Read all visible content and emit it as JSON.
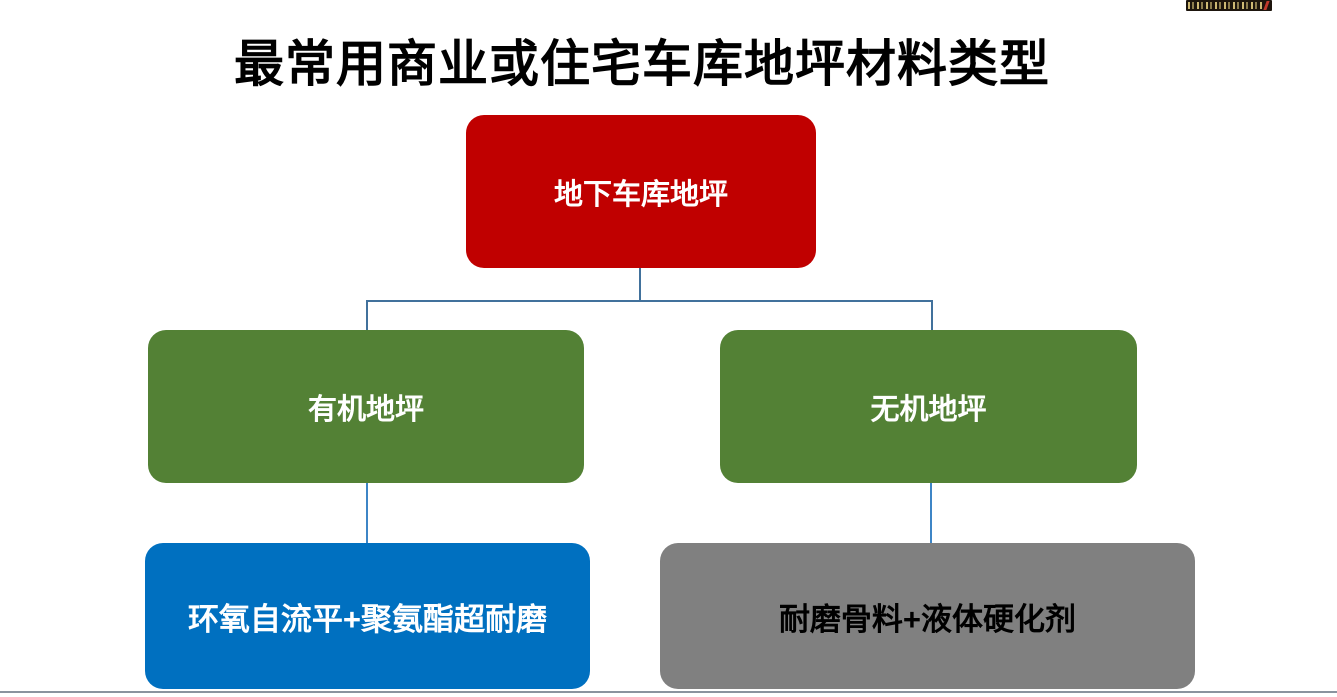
{
  "title": {
    "text": "最常用商业或住宅车库地坪材料类型",
    "color": "#000000"
  },
  "tree": {
    "root": {
      "label": "地下车库地坪",
      "bg": "#c00000",
      "fg": "#ffffff"
    },
    "level2": [
      {
        "label": "有机地坪",
        "bg": "#538135",
        "fg": "#ffffff"
      },
      {
        "label": "无机地坪",
        "bg": "#538135",
        "fg": "#ffffff"
      }
    ],
    "level3": [
      {
        "label": "环氧自流平+聚氨酯超耐磨",
        "bg": "#0070c0",
        "fg": "#ffffff"
      },
      {
        "label": "耐磨骨料+液体硬化剂",
        "bg": "#808080",
        "fg": "#000000"
      }
    ],
    "connector_top_color": "#41719c",
    "connector_bottom_color": "#3d85c6"
  },
  "footer": {
    "divider_color": "#8a939e"
  },
  "corner_badge": {
    "bg": "#1d150d",
    "accent": "#d8c27a",
    "accent2": "#c0392b"
  }
}
